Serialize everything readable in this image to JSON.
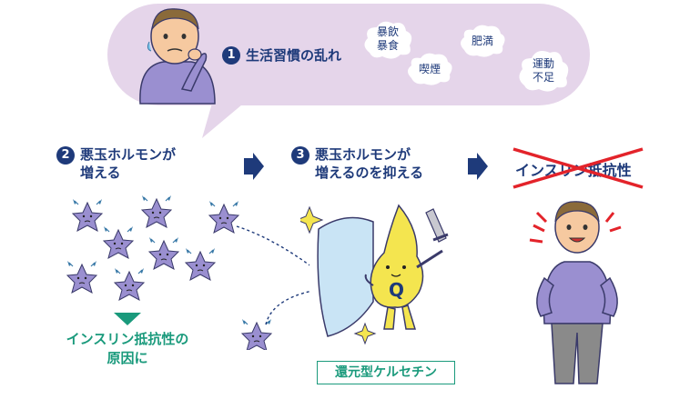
{
  "top_bubble": {
    "number": "1",
    "label": "生活習慣の乱れ",
    "clouds": [
      {
        "text": "暴飲\n暴食"
      },
      {
        "text": "肥満"
      },
      {
        "text": "喫煙"
      },
      {
        "text": "運動\n不足"
      }
    ]
  },
  "steps": [
    {
      "number": "2",
      "label": "悪玉ホルモンが\n増える"
    },
    {
      "number": "3",
      "label": "悪玉ホルモンが\n増えるのを抑える"
    }
  ],
  "cause_label": "インスリン抵抗性の\n原因に",
  "supplement_label": "還元型ケルセチン",
  "mascot_letter": "Q",
  "result_label": "インスリン抵抗性",
  "colors": {
    "navy": "#1e3a7a",
    "bubble": "#e5d5ea",
    "green": "#1a9a7c",
    "hormone": "#9a8fd0",
    "shield": "#c9e4f5",
    "mascot": "#f4e54f",
    "cross": "#e3232a"
  }
}
